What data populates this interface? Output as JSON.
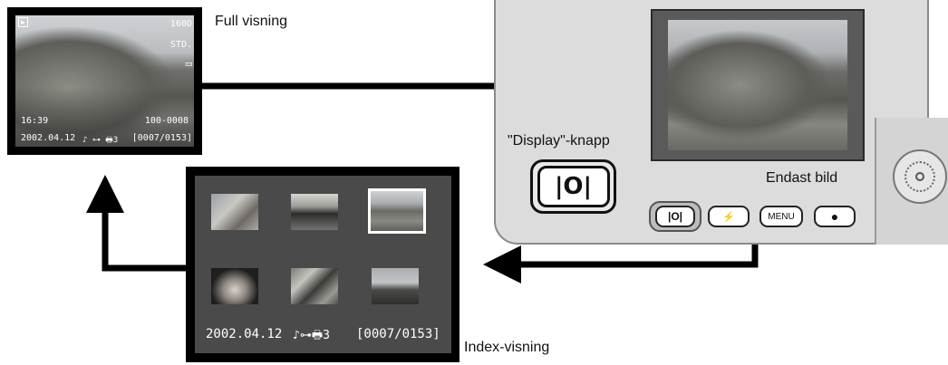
{
  "labels": {
    "full_view": "Full visning",
    "display_button": "\"Display\"-knapp",
    "image_only": "Endast bild",
    "index_view": "Index-visning"
  },
  "full_screen_osd": {
    "play_icon": "▶",
    "iso": "160D",
    "quality": "STD.",
    "battery": "▭",
    "time": "16:39",
    "file_number": "100-0008",
    "date": "2002.04.12",
    "status_icons": "♪ ⊶ 🖶3",
    "frame_counter": "[0007/0153]"
  },
  "index_screen": {
    "date": "2002.04.12",
    "status_icons": "♪⊶🖶3",
    "frame_counter": "[0007/0153]",
    "thumbnails": [
      {
        "name": "thumb-portrait-child",
        "selected": false
      },
      {
        "name": "thumb-seascape",
        "selected": false
      },
      {
        "name": "thumb-coast",
        "selected": true
      },
      {
        "name": "thumb-woman",
        "selected": false
      },
      {
        "name": "thumb-group",
        "selected": false
      },
      {
        "name": "thumb-castle",
        "selected": false
      }
    ]
  },
  "camera_buttons": {
    "display": "|O|",
    "flash": "⚡",
    "menu": "MENU",
    "record": "●"
  },
  "colors": {
    "arrow": "#000000",
    "camera_body": "#dcdcdc",
    "index_background": "#4a4a4a"
  }
}
